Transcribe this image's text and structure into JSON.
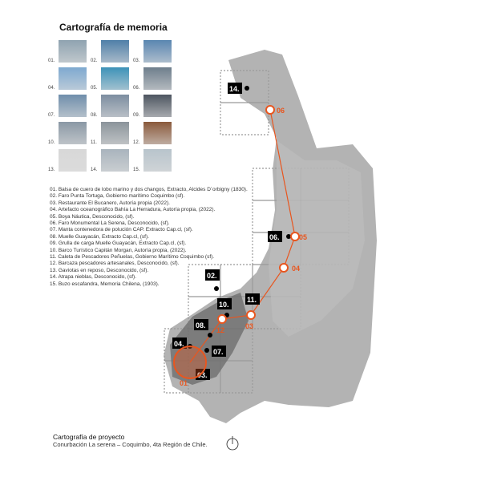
{
  "title": "Cartografía de memoria",
  "thumbnails": [
    {
      "n": "01.",
      "color": "#8fa3b0"
    },
    {
      "n": "02.",
      "color": "#4f7fa8"
    },
    {
      "n": "03.",
      "color": "#5a86b0"
    },
    {
      "n": "04.",
      "color": "#7ea9d0"
    },
    {
      "n": "05.",
      "color": "#3d92b8"
    },
    {
      "n": "06.",
      "color": "#6e7e8c"
    },
    {
      "n": "07.",
      "color": "#6f8eab"
    },
    {
      "n": "08.",
      "color": "#7c8da0"
    },
    {
      "n": "09.",
      "color": "#4d5560"
    },
    {
      "n": "10.",
      "color": "#8a98a5"
    },
    {
      "n": "11.",
      "color": "#8b949b"
    },
    {
      "n": "12.",
      "color": "#8a5a3c"
    },
    {
      "n": "13.",
      "color": "#d8d8d8"
    },
    {
      "n": "14.",
      "color": "#a9b4bd"
    },
    {
      "n": "15.",
      "color": "#b8c4cc"
    }
  ],
  "captions": [
    "01. Balsa de cuero de lobo  marino y dos changos, Extracto, Alcides D´orbigny (1830).",
    "02. Faro Punta Tortuga, Gobierno marítimo Coquimbo (sf).",
    "03. Restaurante El Bucanero, Autoría propia (2022).",
    "04. Artefacto oceanográfico Bahía La Herradura, Autoría propia, (2022).",
    "05. Boya Náutica, Desconocido, (sf).",
    "06. Faro Monumental La Serena, Desconocido, (sf).",
    "07. Manta contenedora de polución CAP. Extracto Cap.cl, (sf).",
    "08. Muelle Guayacán, Extracto Cap.cl, (sf).",
    "09. Grulla de carga Muelle Guayacán, Extracto Cap.cl, (sf).",
    "10. Barco Turístico Capitán Morgan, Autoría propia, (2022).",
    "11. Caleta de Pescadores Peñuelas, Gobierno Marítimo Coquimbo (sf).",
    "12. Barcaza pescadores artesanales, Desconocido, (sf).",
    "13. Gaviotas en reposo, Desconocido, (sf).",
    "14. Atrapa nieblas, Desconocido, (sf).",
    "15. Buzo escafandra, Memoria Chilena, (1903)."
  ],
  "map": {
    "black_labels": [
      "14.",
      "06.",
      "02.",
      "11.",
      "10.",
      "08.",
      "04.",
      "07.",
      "03."
    ],
    "orange_labels": [
      "06",
      "05",
      "04",
      "03",
      "12",
      "01"
    ],
    "accent": "#e8561f"
  },
  "footer": {
    "title": "Cartografía de proyecto",
    "subtitle": "Conurbación La serena – Coquimbo, 4ta Región de Chile."
  }
}
